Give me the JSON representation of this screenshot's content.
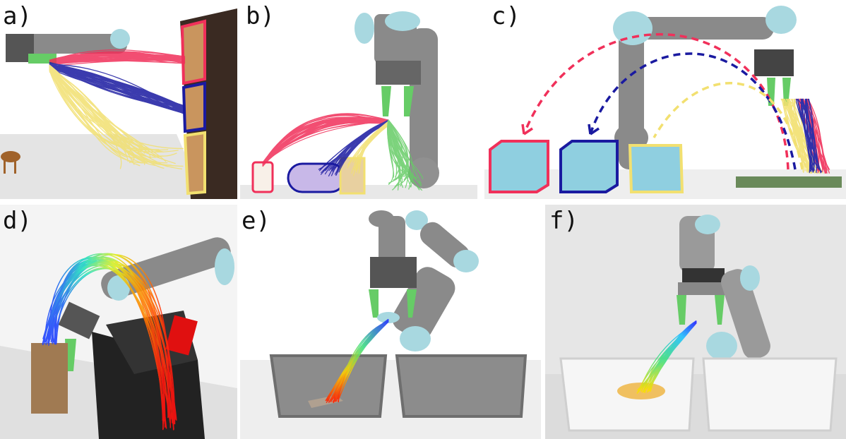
{
  "panels": [
    {
      "id": "a",
      "label": "a)"
    },
    {
      "id": "b",
      "label": "b)"
    },
    {
      "id": "c",
      "label": "c)"
    },
    {
      "id": "d",
      "label": "d)"
    },
    {
      "id": "e",
      "label": "e)"
    },
    {
      "id": "f",
      "label": "f)"
    }
  ],
  "colors": {
    "red": "#f0305a",
    "blue": "#1a1aa0",
    "yellow": "#f2e070",
    "green": "#66cc66",
    "box": "#8fcfe0",
    "robot_cap": "#a8d8e0",
    "robot_gray": "#8a8a8a"
  }
}
